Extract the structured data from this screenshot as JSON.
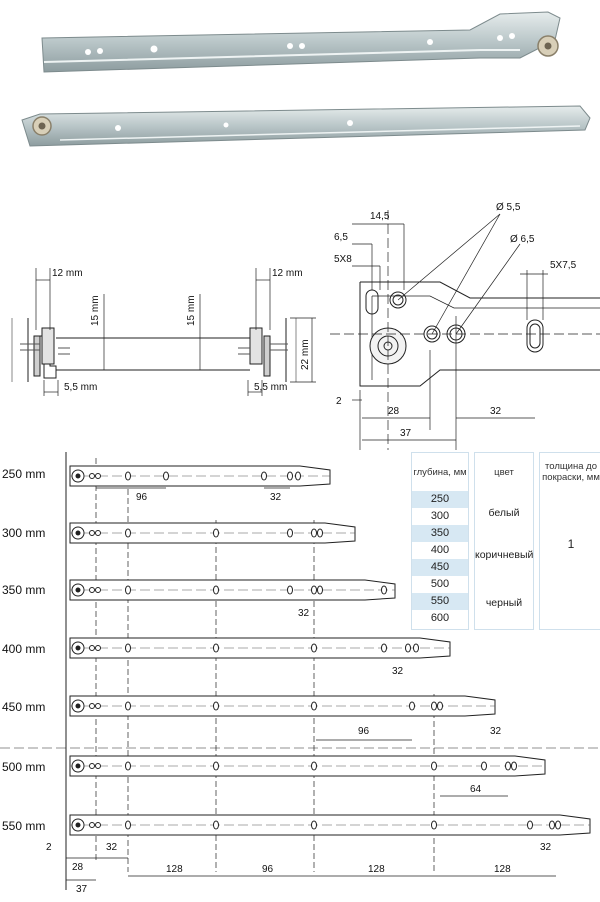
{
  "photo": {
    "description_icon": "drawer-slide-rail-photo"
  },
  "profile_dims": {
    "left_gap": "12 mm",
    "right_gap": "12 mm",
    "left_height": "15 mm",
    "center_height": "15 mm",
    "rail_height": "22 mm",
    "left_offset": "5,5 mm",
    "right_offset": "5,5 mm"
  },
  "detail_dims": {
    "d_14_5": "14,5",
    "d_6_5": "6,5",
    "d_5x8": "5X8",
    "hole_5_5": "Ø 5,5",
    "hole_6_5": "Ø 6,5",
    "slot_5x7_5": "5X7,5",
    "d_2": "2",
    "d_28": "28",
    "d_32": "32",
    "d_37": "37"
  },
  "rail_lengths": [
    "250 mm",
    "300 mm",
    "350 mm",
    "400 mm",
    "450 mm",
    "500 mm",
    "550 mm"
  ],
  "spacing_dims": {
    "r250_96": "96",
    "r250_32": "32",
    "r350_32": "32",
    "r400_32": "32",
    "r450_96": "96",
    "r500_32": "32",
    "r500_64": "64",
    "r550_32": "32",
    "base_2": "2",
    "base_28": "28",
    "base_32": "32",
    "base_37": "37",
    "span_128a": "128",
    "span_96": "96",
    "span_128b": "128",
    "span_128c": "128"
  },
  "table": {
    "headers": {
      "depth": "глубина, мм",
      "color": "цвет",
      "thickness": "толщина до покраски, мм"
    },
    "depths": [
      "250",
      "300",
      "350",
      "400",
      "450",
      "500",
      "550",
      "600"
    ],
    "colors": [
      "белый",
      "коричневый",
      "черный"
    ],
    "thickness": "1"
  }
}
